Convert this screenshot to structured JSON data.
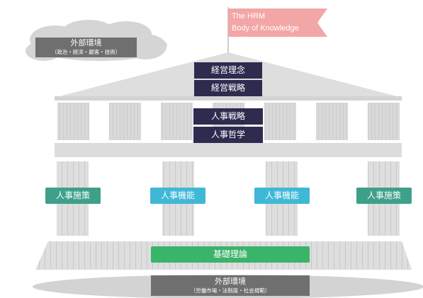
{
  "flag": {
    "line1": "The HRM",
    "line2": "Body of Knowledge"
  },
  "cloud": {
    "title": "外部環境",
    "subtitle": "（政治・経済・顧客・技術）"
  },
  "roof": {
    "items": [
      "経営理念",
      "経営戦略"
    ]
  },
  "upper": {
    "items": [
      "人事戦略",
      "人事哲学"
    ]
  },
  "pillars": {
    "items": [
      "人事施策",
      "人事機能",
      "人事機能",
      "人事施策"
    ]
  },
  "foundation": {
    "label": "基礎理論"
  },
  "ground": {
    "title": "外部環境",
    "subtitle": "（労働市場・法制度・社会規範）"
  },
  "colors": {
    "dark": "#2e2b4f",
    "teal": "#3ea08a",
    "cyan": "#3fb8d6",
    "green": "#3ab36b",
    "grey_box": "#6f6f6f",
    "flag": "#f3a6a6",
    "structure": "#dcdcdc"
  }
}
